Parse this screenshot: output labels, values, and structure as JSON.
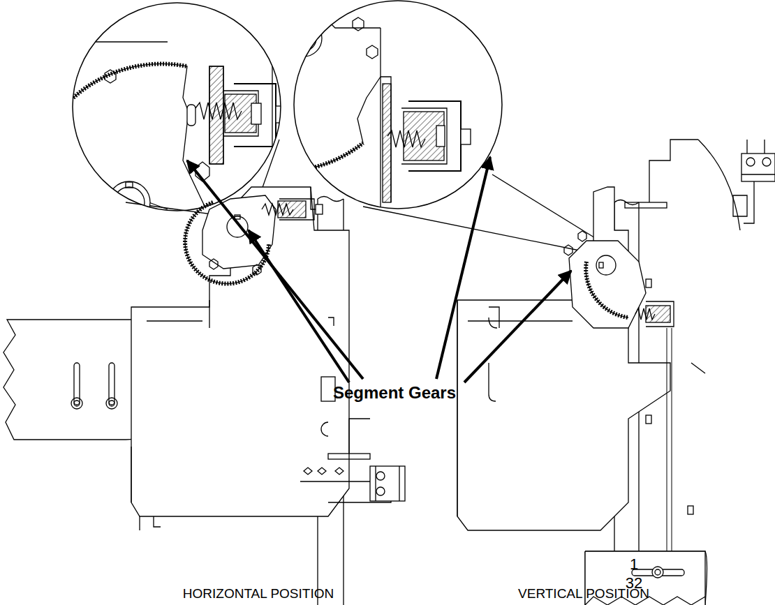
{
  "diagram": {
    "labels": [
      "Segment Gears",
      "1",
      "32",
      "HORIZONTAL POSITION",
      "VERTICAL POSITION"
    ]
  }
}
